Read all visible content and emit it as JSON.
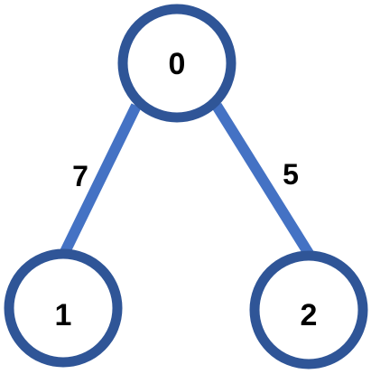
{
  "diagram": {
    "type": "tree",
    "nodes": [
      {
        "id": "0",
        "label": "0"
      },
      {
        "id": "1",
        "label": "1"
      },
      {
        "id": "2",
        "label": "2"
      }
    ],
    "edges": [
      {
        "from": "0",
        "to": "1",
        "weight": "7"
      },
      {
        "from": "0",
        "to": "2",
        "weight": "5"
      }
    ],
    "colors": {
      "node_stroke": "#2F5597",
      "edge": "#4472C4",
      "node_fill": "#FFFFFF",
      "text": "#000000"
    }
  }
}
